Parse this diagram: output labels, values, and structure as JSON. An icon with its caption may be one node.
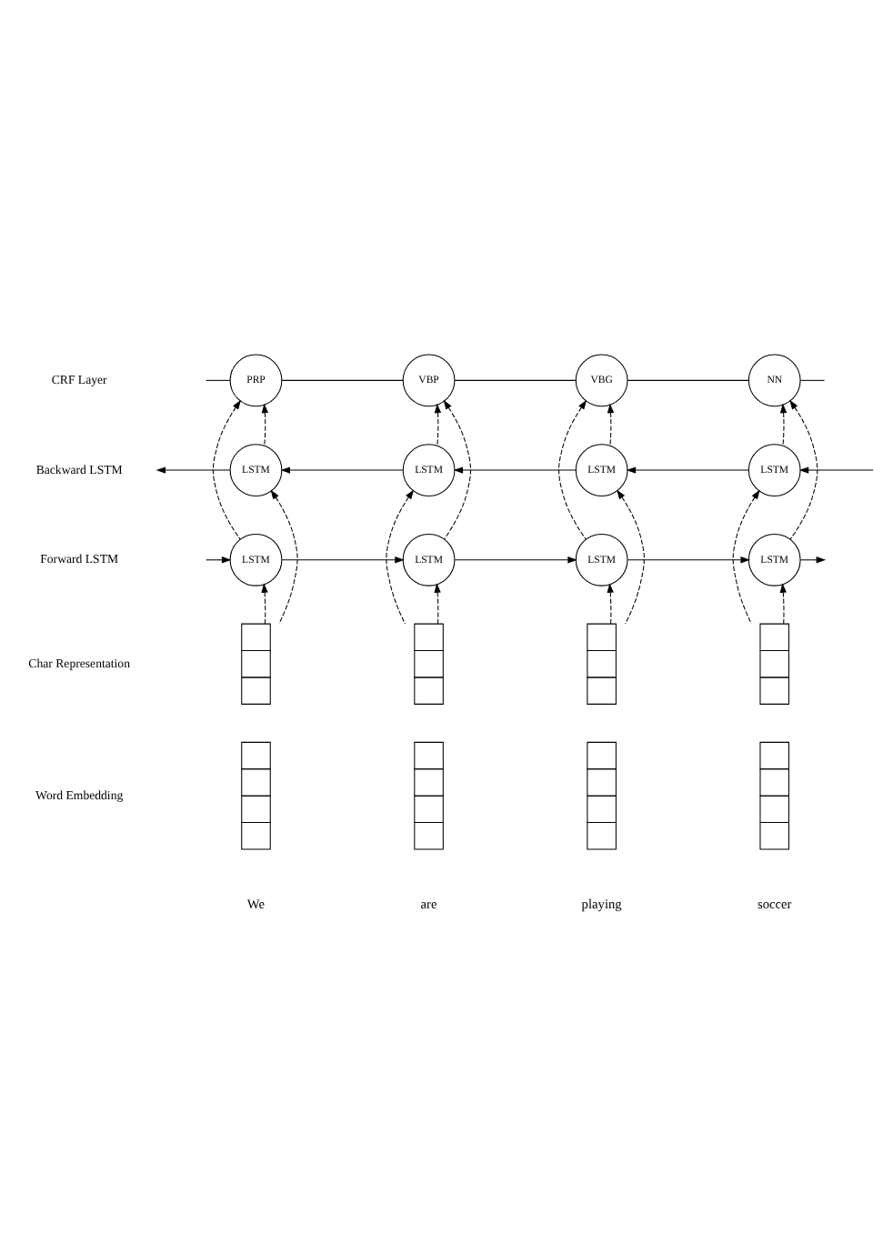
{
  "diagram": {
    "nodes": [
      {
        "text": [
          "PRP"
        ]
      },
      {
        "text": [
          "VBP"
        ]
      },
      {
        "text": [
          "VBG"
        ]
      },
      {
        "text": [
          "NN"
        ]
      },
      {
        "text": [
          "LSTM"
        ]
      },
      {
        "text": [
          "LSTM"
        ]
      },
      {
        "text": [
          "LSTM"
        ]
      },
      {
        "text": [
          "LSTM"
        ]
      },
      {
        "text": [
          "LSTM"
        ]
      },
      {
        "text": [
          "LSTM"
        ]
      },
      {
        "text": [
          "LSTM"
        ]
      },
      {
        "text": [
          "LSTM"
        ]
      },
      {
        "text": [],
        "shape": "box"
      },
      {
        "text": [],
        "shape": "box"
      },
      {
        "text": [],
        "shape": "box"
      },
      {
        "text": [],
        "shape": "box"
      },
      {
        "text": [],
        "shape": "box",
        "beside": [
          "We"
        ]
      },
      {
        "text": [],
        "shape": "box",
        "beside": [
          "are"
        ]
      },
      {
        "text": [],
        "shape": "box",
        "beside": [
          "playing"
        ]
      },
      {
        "text": [],
        "shape": "box",
        "beside": [
          "soccer"
        ]
      }
    ],
    "edges": [
      {
        "from": null,
        "to": 0,
        "arrow": "none"
      },
      {
        "from": 0,
        "to": 1,
        "arrow": "none"
      },
      {
        "from": 1,
        "to": 2,
        "arrow": "none"
      },
      {
        "from": 2,
        "to": 3,
        "arrow": "none"
      },
      {
        "from": 3,
        "to": null,
        "arrow": "none"
      },
      {
        "from": 4,
        "to": null,
        "arrow": "to"
      },
      {
        "from": 5,
        "to": 4,
        "arrow": "to"
      },
      {
        "from": 6,
        "to": 5,
        "arrow": "to"
      },
      {
        "from": 7,
        "to": 6,
        "arrow": "to"
      },
      {
        "from": null,
        "to": 7,
        "arrow": "to"
      },
      {
        "from": null,
        "to": 8,
        "arrow": "to"
      },
      {
        "from": 8,
        "to": 9,
        "arrow": "to"
      },
      {
        "from": 9,
        "to": 10,
        "arrow": "to"
      },
      {
        "from": 10,
        "to": 11,
        "arrow": "to"
      },
      {
        "from": 11,
        "to": null,
        "arrow": "to"
      },
      {
        "from": 4,
        "to": 0,
        "arrow": "to",
        "style": "dashed"
      },
      {
        "from": 8,
        "to": 0,
        "arrow": "to",
        "style": "dashed"
      },
      {
        "from": 5,
        "to": 1,
        "arrow": "to",
        "style": "dashed"
      },
      {
        "from": 9,
        "to": 1,
        "arrow": "to",
        "style": "dashed"
      },
      {
        "from": 6,
        "to": 2,
        "arrow": "to",
        "style": "dashed"
      },
      {
        "from": 10,
        "to": 2,
        "arrow": "to",
        "style": "dashed"
      },
      {
        "from": 7,
        "to": 3,
        "arrow": "to",
        "style": "dashed"
      },
      {
        "from": 11,
        "to": 3,
        "arrow": "to",
        "style": "dashed"
      },
      {
        "from": 12,
        "to": 8,
        "arrow": "to",
        "style": "dashed"
      },
      {
        "from": 12,
        "to": 4,
        "arrow": "to",
        "style": "dashed"
      },
      {
        "from": 13,
        "to": 9,
        "arrow": "to",
        "style": "dashed"
      },
      {
        "from": 13,
        "to": 5,
        "arrow": "to",
        "style": "dashed"
      },
      {
        "from": 14,
        "to": 10,
        "arrow": "to",
        "style": "dashed"
      },
      {
        "from": 14,
        "to": 6,
        "arrow": "to",
        "style": "dashed"
      },
      {
        "from": 15,
        "to": 11,
        "arrow": "to",
        "style": "dashed"
      },
      {
        "from": 15,
        "to": 7,
        "arrow": "to",
        "style": "dashed"
      }
    ],
    "labels": [
      "CRF Layer",
      "Backward LSTM",
      "Forward LSTM",
      "Char Representation",
      "Word Embedding"
    ]
  }
}
